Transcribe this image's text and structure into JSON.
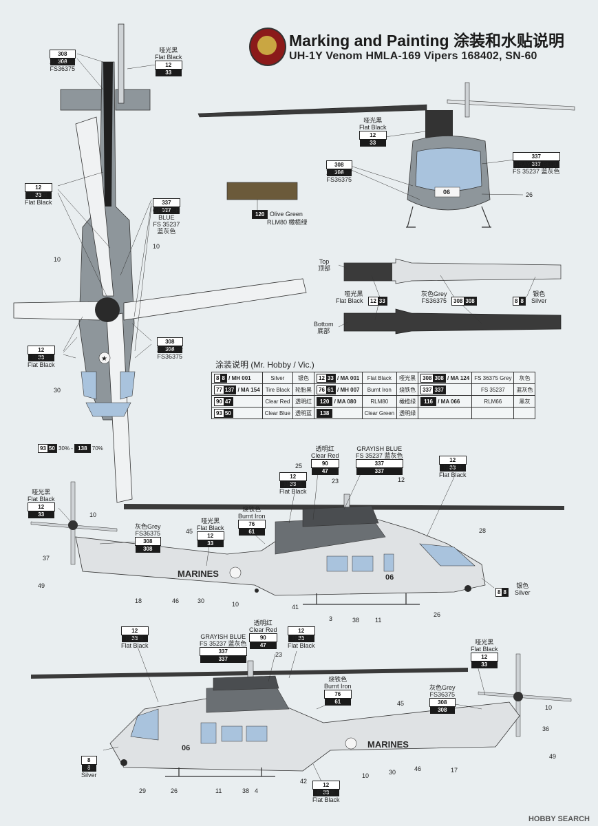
{
  "title": {
    "main": "Marking and Painting 涂装和水贴说明",
    "sub": "UH-1Y Venom HMLA-169 Vipers 168402, SN-60"
  },
  "colors": {
    "grey": "#8e969b",
    "blue": "#a9c3dd",
    "black": "#1f1f1f",
    "olive": "#6b5a3a",
    "silver": "#d8dbde"
  },
  "labels": {
    "top_grey": {
      "code_a": "308",
      "code_b": "308",
      "zh": "灰色Grey",
      "fs": "FS36375"
    },
    "top_black1": {
      "zh": "哑光黑",
      "en": "Flat Black",
      "code_a": "12",
      "code_b": "33"
    },
    "top_black2": {
      "code_a": "12",
      "code_b": "33",
      "zh": "哑光黑",
      "en": "Flat Black"
    },
    "top_blue": {
      "code_a": "337",
      "code_b": "337",
      "en1": "GRAYISH",
      "en2": "BLUE",
      "fs": "FS 35237",
      "zh": "蓝灰色"
    },
    "top_black3": {
      "code_a": "12",
      "code_b": "33",
      "zh": "哑光黑",
      "en": "Flat Black"
    },
    "top_grey2": {
      "code_a": "308",
      "code_b": "308",
      "zh": "灰色Grey",
      "fs": "FS36375"
    },
    "top_clear": {
      "c1a": "93",
      "c1b": "50",
      "p1": "30%",
      "c2": "138",
      "p2": "70%"
    },
    "front_black": {
      "zh": "哑光黑",
      "en": "Flat Black",
      "code_a": "12",
      "code_b": "33"
    },
    "front_grey": {
      "code_a": "308",
      "code_b": "308",
      "zh": "灰色Grey",
      "fs": "FS36375"
    },
    "front_blue": {
      "code_a": "337",
      "code_b": "337",
      "en": "GRAYISH BLUE",
      "fs": "FS 35237 蓝灰色"
    },
    "olive": {
      "code": "120",
      "en": "Olive Green",
      "fs": "RLM80 橄榄绿"
    },
    "blade_top": {
      "en": "Top",
      "zh": "顶部"
    },
    "blade_bottom": {
      "en": "Bottom",
      "zh": "底部"
    },
    "blade_black": {
      "zh": "哑光黑",
      "en": "Flat Black",
      "code_a": "12",
      "code_b": "33"
    },
    "blade_grey": {
      "zh": "灰色Grey",
      "fs": "FS36375",
      "code_a": "308",
      "code_b": "308"
    },
    "blade_silver": {
      "code_a": "8",
      "code_b": "8",
      "zh": "银色",
      "en": "Silver"
    },
    "side1_red": {
      "zh": "透明红",
      "en": "Clear Red",
      "code_a": "90",
      "code_b": "47"
    },
    "side1_blue": {
      "en": "GRAYISH BLUE",
      "fs": "FS 35237 蓝灰色",
      "code_a": "337",
      "code_b": "337"
    },
    "side1_black_tr": {
      "code_a": "12",
      "code_b": "33",
      "zh": "哑光黑",
      "en": "Flat Black"
    },
    "side1_black_rotor": {
      "code_a": "12",
      "code_b": "33",
      "zh": "哑光黑",
      "en": "Flat Black"
    },
    "side1_black_tail": {
      "zh": "哑光黑",
      "en": "Flat Black",
      "code_a": "12",
      "code_b": "33"
    },
    "side1_grey": {
      "zh": "灰色Grey",
      "fs": "FS36375",
      "code_a": "308",
      "code_b": "308"
    },
    "side1_black_mid": {
      "zh": "哑光黑",
      "en": "Flat Black",
      "code_a": "12",
      "code_b": "33"
    },
    "side1_iron": {
      "zh": "烧铁色",
      "en": "Burnt Iron",
      "code_a": "76",
      "code_b": "61"
    },
    "side1_silver": {
      "code_a": "8",
      "code_b": "8",
      "zh": "银色",
      "en": "Silver"
    },
    "side2_black_top": {
      "code_a": "12",
      "code_b": "33",
      "zh": "哑光黑",
      "en": "Flat Black"
    },
    "side2_blue": {
      "en": "GRAYISH BLUE",
      "fs": "FS 35237 蓝灰色",
      "code_a": "337",
      "code_b": "337"
    },
    "side2_red": {
      "zh": "透明红",
      "en": "Clear Red",
      "code_a": "90",
      "code_b": "47"
    },
    "side2_black_rotor": {
      "code_a": "12",
      "code_b": "33",
      "zh": "哑光黑",
      "en": "Flat Black"
    },
    "side2_iron": {
      "zh": "烧铁色",
      "en": "Burnt Iron",
      "code_a": "76",
      "code_b": "61"
    },
    "side2_black_tr": {
      "zh": "哑光黑",
      "en": "Flat Black",
      "code_a": "12",
      "code_b": "33"
    },
    "side2_grey": {
      "zh": "灰色Grey",
      "fs": "FS36375",
      "code_a": "308",
      "code_b": "308"
    },
    "side2_silver": {
      "code_a": "8",
      "code_b": "8",
      "zh": "银色",
      "en": "Silver"
    },
    "side2_black_bot": {
      "code_a": "12",
      "code_b": "33",
      "zh": "哑光黑",
      "en": "Flat Black"
    }
  },
  "decals": {
    "marines": "MARINES",
    "modex": "06"
  },
  "callouts": {
    "top": [
      "10",
      "10",
      "30"
    ],
    "front": [
      "26",
      "06"
    ],
    "side1": [
      "25",
      "23",
      "12",
      "28",
      "10",
      "37",
      "49",
      "45",
      "18",
      "46",
      "30",
      "10",
      "41",
      "3",
      "38",
      "11",
      "26"
    ],
    "side2": [
      "23",
      "45",
      "10",
      "36",
      "49",
      "29",
      "26",
      "11",
      "38",
      "4",
      "42",
      "10",
      "30",
      "46",
      "17"
    ]
  },
  "legend": {
    "title": "涂装说明 (Mr. Hobby / Vic.)",
    "rows": [
      [
        {
          "a": "8",
          "b": "8",
          "code": "/ MH 001"
        },
        "Silver",
        "银色",
        {
          "a": "12",
          "b": "33",
          "code": "/ MA 001"
        },
        "Flat Black",
        "哑光黑",
        {
          "a": "308",
          "b": "308",
          "code": "/ MA 124"
        },
        "FS 36375 Grey",
        "灰色"
      ],
      [
        {
          "a": "77",
          "b": "137",
          "code": "/ MA 154"
        },
        "Tire Black",
        "轮胎黑",
        {
          "a": "76",
          "b": "61",
          "code": "/ MH 007"
        },
        "Burnt Iron",
        "烧铁色",
        {
          "a": "337",
          "b": "337",
          "code": ""
        },
        "FS 35237",
        "蓝灰色"
      ],
      [
        {
          "a": "90",
          "b": "47",
          "code": ""
        },
        "Clear Red",
        "透明红",
        {
          "a": "120",
          "b": "",
          "code": "/ MA 080"
        },
        "RLM80",
        "橄榄绿",
        {
          "a": "116",
          "b": "",
          "code": "/ MA 066"
        },
        "RLM66",
        "黑灰"
      ],
      [
        {
          "a": "93",
          "b": "50",
          "code": ""
        },
        "Clear Blue",
        "透明蓝",
        {
          "a": "138",
          "b": "",
          "code": ""
        },
        "Clear Green",
        "透明绿",
        null,
        "",
        ""
      ]
    ]
  },
  "watermark": "HOBBY SEARCH"
}
